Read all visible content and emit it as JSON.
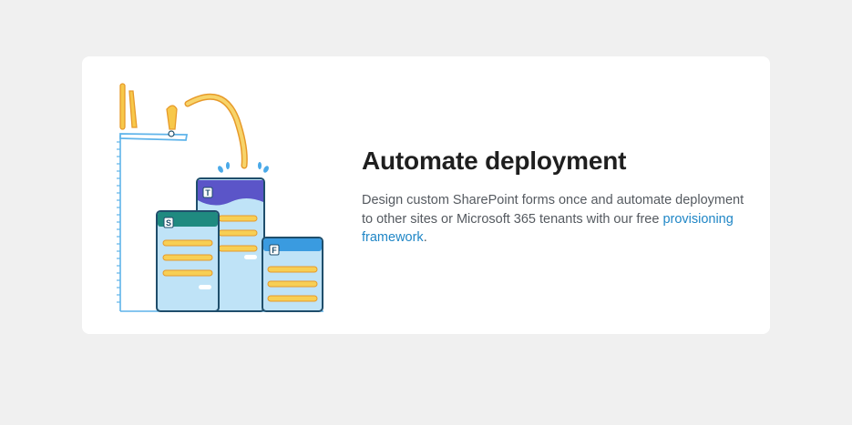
{
  "feature": {
    "title": "Automate deployment",
    "description_before": "Design custom SharePoint forms once and automate deployment to other sites or Microsoft 365 tenants with our free ",
    "link_text": "provisioning framework",
    "description_after": "."
  },
  "illustration": {
    "panel_badges": [
      "S",
      "T",
      "F"
    ],
    "colors": {
      "outline": "#1f4e6b",
      "panel_fill": "#bfe3f7",
      "panel_s_header": "#1f8a80",
      "panel_t_header": "#5b55c8",
      "panel_f_header": "#3a9be0",
      "bar": "#f7cf55",
      "bar_outline": "#e79a2a",
      "figure": "#f7c84a",
      "ruler": "#5fb4ea",
      "splash": "#4aa9e8"
    }
  },
  "colors": {
    "page_bg": "#f0f0f0",
    "card_bg": "#ffffff",
    "title": "#1f1f1f",
    "body_text": "#555a60",
    "link": "#1f86c6"
  }
}
